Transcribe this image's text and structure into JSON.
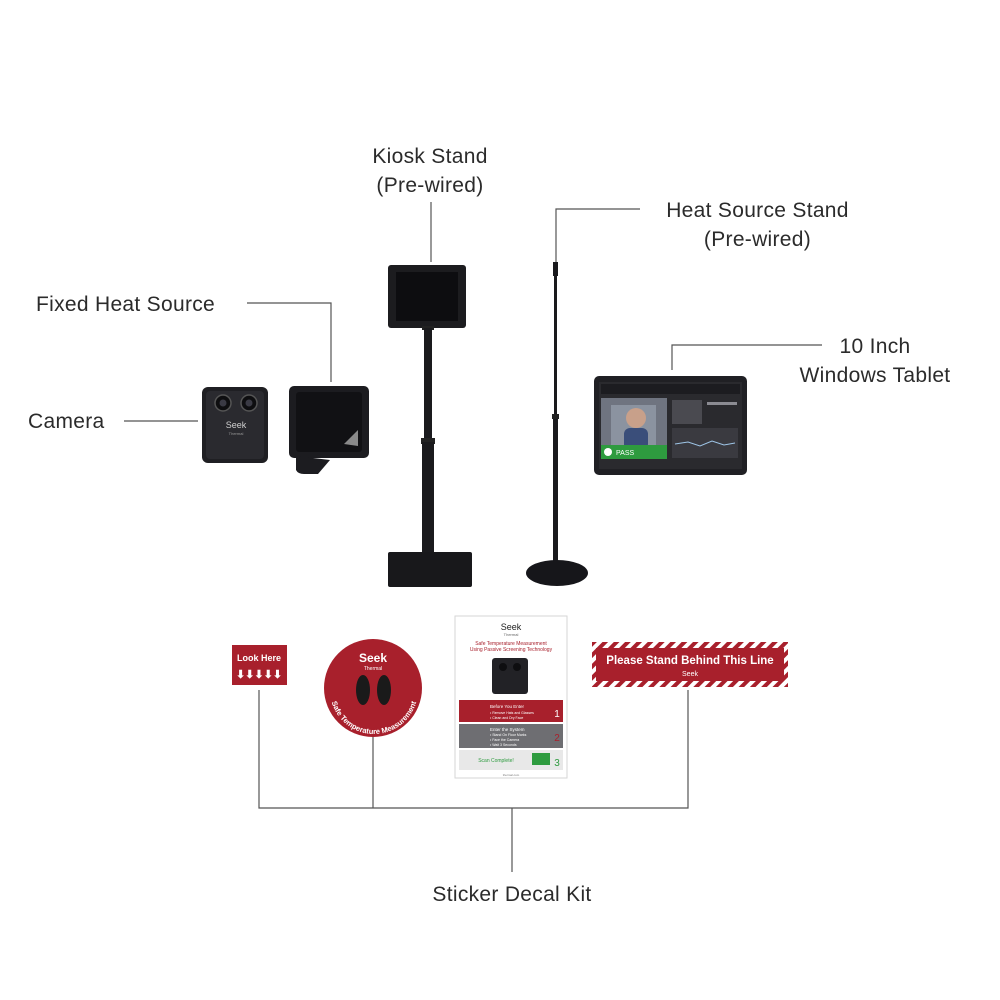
{
  "labels": {
    "kiosk_stand": [
      "Kiosk Stand",
      "(Pre-wired)"
    ],
    "heat_source_stand": [
      "Heat Source Stand",
      "(Pre-wired)"
    ],
    "fixed_heat_source": "Fixed Heat Source",
    "camera": "Camera",
    "tablet": [
      "10 Inch",
      "Windows Tablet"
    ],
    "sticker_kit": "Sticker Decal Kit"
  },
  "product_text": {
    "camera_brand": "Seek",
    "camera_sub": "Thermal",
    "tablet_pass": "PASS",
    "sticker_look_here": "Look Here",
    "floor_brand": "Seek",
    "floor_sub": "Thermal",
    "floor_circle_text": "Safe Temperature Measurement",
    "line_sticker": "Please Stand Behind This Line",
    "line_brand": "Seek",
    "poster_brand": "Seek",
    "poster_sub": "Thermal",
    "poster_title": [
      "Safe Temperature Measurement",
      "Using Passive Screening Technology"
    ],
    "poster_step1": "Before You Enter",
    "poster_step1_lines": [
      "• Remove Hats and Glasses",
      "• Clean and Dry Face"
    ],
    "poster_step2": "Enter the System",
    "poster_step2_lines": [
      "• Stand On Floor Marks",
      "• Face the Camera",
      "• Wait 3 Seconds"
    ],
    "poster_step3": "Scan Complete!",
    "poster_nums": [
      "1",
      "2",
      "3"
    ],
    "poster_footer": "thermal.com"
  },
  "colors": {
    "brand_red": "#a8202c",
    "device_black": "#1c1c1f",
    "pass_green": "#2e9b3f"
  }
}
